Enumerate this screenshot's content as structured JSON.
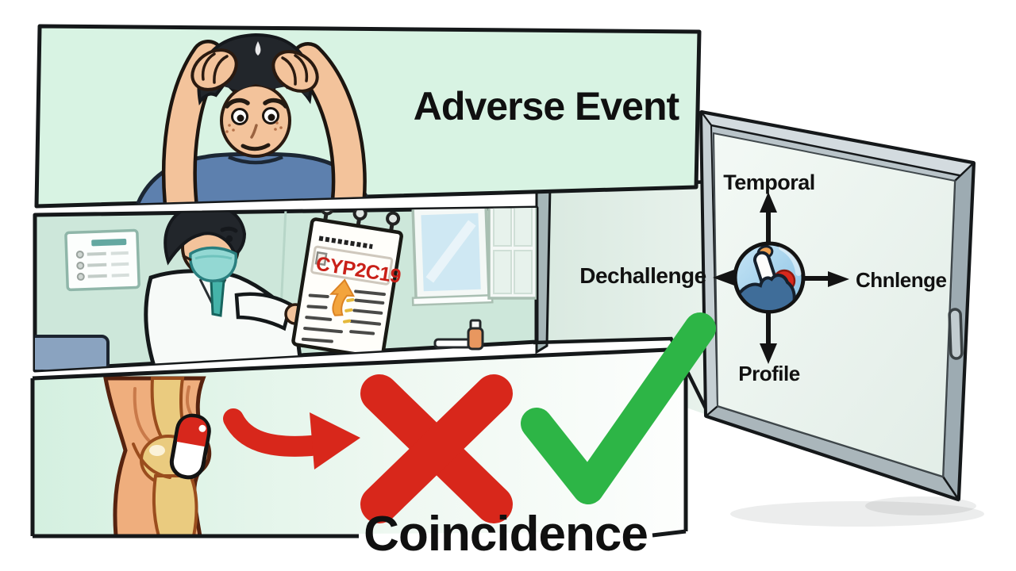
{
  "illustration": {
    "panel_adverse_event": {
      "title": "Adverse Event"
    },
    "panel_clinic": {
      "clipboard_gene": "CYP2C19"
    },
    "panel_conclusion": {
      "caption": "Coincidence"
    },
    "assessment_board": {
      "label_top": "Temporal",
      "label_right": "Chnlenge",
      "label_bottom": "Profile",
      "label_left": "Dechallenge"
    },
    "colors": {
      "accent_red": "#d8271c",
      "accent_green": "#2db546",
      "mint_background": "#d8f3e3",
      "clinic_background": "#cde7da",
      "board_circle_blue": "#9ccbe8",
      "outline_black": "#15181a"
    },
    "icons": {
      "cross": "red-x-icon",
      "check": "green-check-icon",
      "arrow": "red-arrow-icon",
      "pill": "capsule-pill-icon"
    }
  }
}
